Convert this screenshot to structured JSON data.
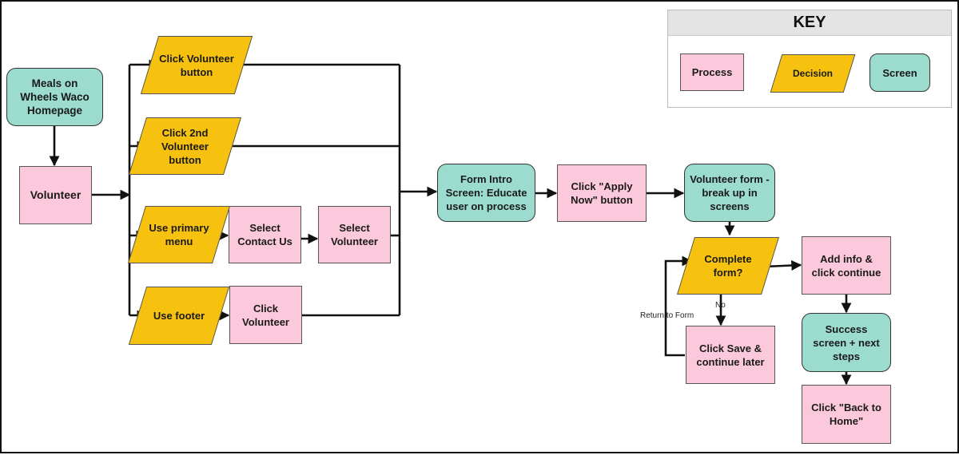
{
  "nodes": {
    "homepage": "Meals on Wheels Waco Homepage",
    "volunteer": "Volunteer",
    "click_volunteer_button": "Click Volunteer button",
    "click_2nd_volunteer_button": "Click 2nd Volunteer button",
    "use_primary_menu": "Use primary menu",
    "select_contact_us": "Select Contact Us",
    "select_volunteer": "Select Volunteer",
    "use_footer": "Use footer",
    "click_volunteer": "Click Volunteer",
    "form_intro": "Form Intro Screen: Educate user on process",
    "click_apply_now": "Click \"Apply Now\" button",
    "volunteer_form": "Volunteer form - break up in screens",
    "complete_form": "Complete form?",
    "add_info": "Add info & click continue",
    "click_save": "Click Save & continue later",
    "success_screen": "Success screen + next steps",
    "back_to_home": "Click \"Back to Home\""
  },
  "edge_labels": {
    "no": "No",
    "return_to_form": "Return to Form"
  },
  "key": {
    "title": "KEY",
    "process": "Process",
    "decision": "Decision",
    "screen": "Screen"
  },
  "colors": {
    "process": "#fcc9dc",
    "decision": "#f6c10f",
    "screen": "#9bdccf",
    "line": "#111111"
  }
}
